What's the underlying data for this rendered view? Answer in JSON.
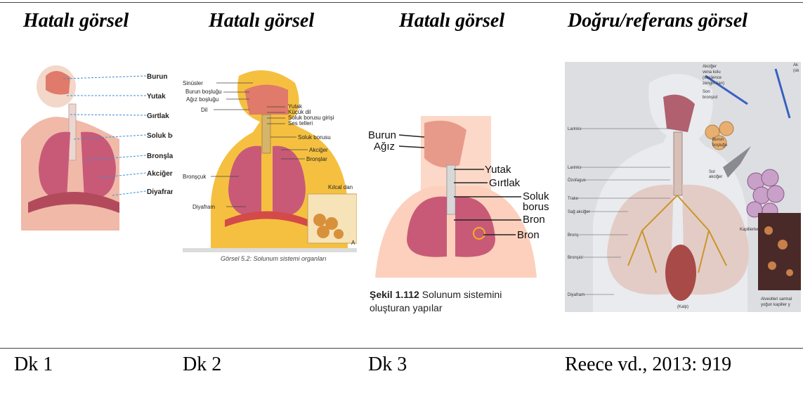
{
  "headers": [
    "Hatalı görsel",
    "Hatalı görsel",
    "Hatalı görsel",
    "Doğru/referans görsel"
  ],
  "captions": [
    "Dk 1",
    "Dk 2",
    "Dk 3",
    "Reece vd., 2013: 919"
  ],
  "fig1": {
    "labels": [
      "Burun",
      "Yutak",
      "Gırtlak",
      "Soluk bo",
      "Bronşlar",
      "Akciğerl",
      "Diyafram"
    ]
  },
  "fig2": {
    "labels": [
      "Sinüsler",
      "Burun boşluğu",
      "Ağız boşluğu",
      "Dil",
      "Yutak",
      "Küçük dil",
      "Soluk borusu girişi",
      "Ses telleri",
      "Soluk borusu",
      "Akciğer",
      "Bronşlar",
      "Bronşçuk",
      "Diyafram",
      "Kılcal dan",
      "A"
    ],
    "caption": "Görsel 5.2: Solunum sistemi organları"
  },
  "fig3": {
    "labels": [
      "Burun",
      "Ağız",
      "Yutak",
      "Gırtlak",
      "Soluk",
      "borus",
      "Bron",
      "Bron"
    ],
    "caption_bold": "Şekil 1.112",
    "caption_rest": " Solunum sistemini",
    "caption_line2": "oluşturan yapılar"
  },
  "fig4": {
    "labels": [
      "Burun",
      "boşluğu",
      "Sol",
      "akciğer",
      "Akciğer",
      "vena kolu",
      "(oksijence",
      "zengin kan)",
      "Son",
      "bronşiol",
      "Kapillerler",
      "(Kalp)",
      "Alveolleri sarmal",
      "yoğun kapiller y",
      "Larinks",
      "Larinks",
      "Özofagus",
      "Trake",
      "Sağ akciğer",
      "Bronş",
      "Bronşiol",
      "Diyafram",
      "Ak",
      "(ok"
    ]
  },
  "colors": {
    "lung": "#c85a78",
    "skin": "#f2c9b8",
    "fig2_bg": "#f5c040"
  }
}
